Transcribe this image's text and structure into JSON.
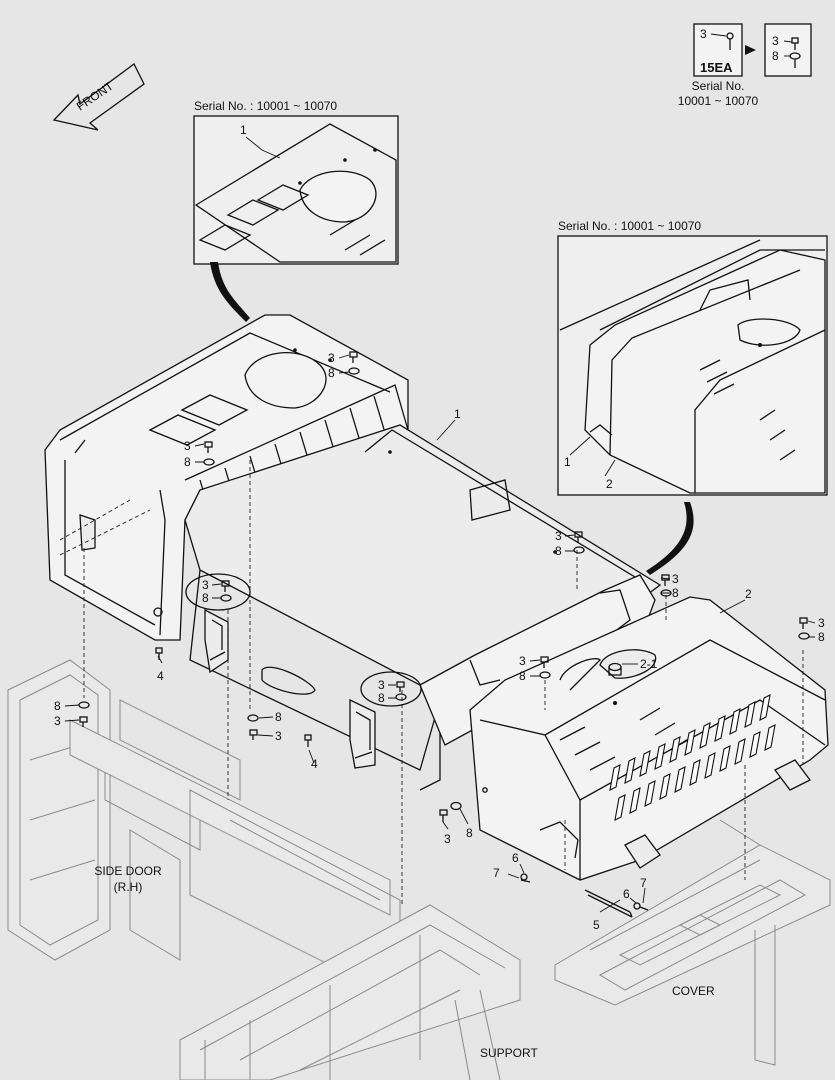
{
  "front_arrow": {
    "label": "FRONT"
  },
  "top_right_box": {
    "left_qty": "3",
    "right_qty_a": "3",
    "right_qty_b": "8",
    "count": "15EA",
    "serial_line1": "Serial No.",
    "serial_line2": "10001 ~ 10070"
  },
  "inset_left": {
    "title": "Serial No. : 10001 ~ 10070",
    "callout": "1"
  },
  "inset_right": {
    "title": "Serial No. : 10001 ~ 10070",
    "callout_1": "1",
    "callout_2": "2"
  },
  "callouts": {
    "c1": "1",
    "c2": "2",
    "c21": "2-1",
    "c3a": "3",
    "c8a": "8",
    "c3b": "3",
    "c8b": "8",
    "c3c": "3",
    "c8c": "8",
    "c3d": "3",
    "c8d": "8",
    "c3e": "3",
    "c8e": "8",
    "c3f": "3",
    "c8f": "8",
    "c3g": "3",
    "c8g": "8",
    "c3h": "3",
    "c8h": "8",
    "c3i": "3",
    "c8i": "8",
    "c3j": "3",
    "c8j": "8",
    "c3k": "3",
    "c8k": "8",
    "c4a": "4",
    "c4b": "4",
    "c5": "5",
    "c6a": "6",
    "c6b": "6",
    "c7a": "7",
    "c7b": "7"
  },
  "captions": {
    "side_door_1": "SIDE DOOR",
    "side_door_2": "(R.H)",
    "cover": "COVER",
    "support": "SUPPORT"
  }
}
